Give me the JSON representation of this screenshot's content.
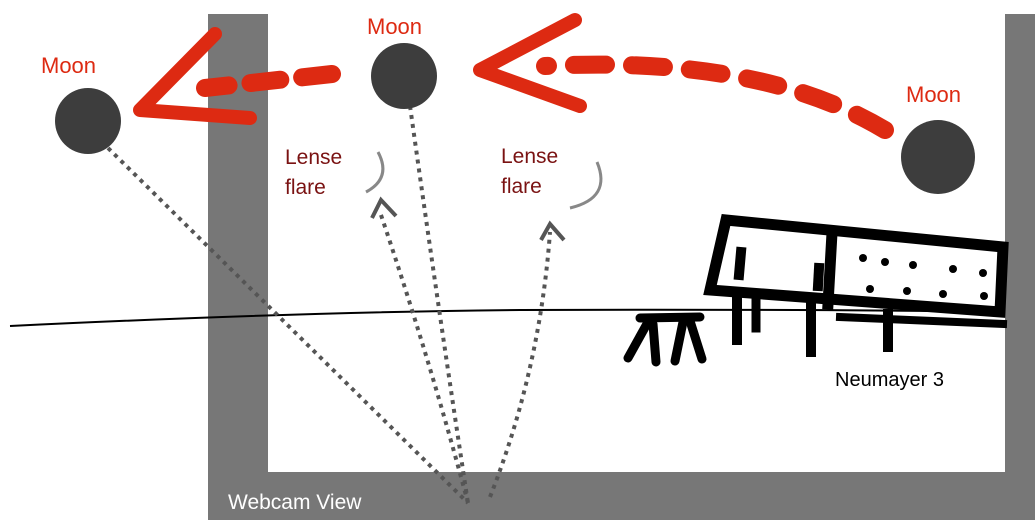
{
  "colors": {
    "frame": "#777777",
    "moon": "#3d3d3d",
    "arrow": "#dd2a12",
    "moon_label": "#dd2a12",
    "flare_label": "#7a1212",
    "ink": "#000000"
  },
  "labels": {
    "moon_left": "Moon",
    "moon_center": "Moon",
    "moon_right": "Moon",
    "flare_left": [
      "Lense",
      "flare"
    ],
    "flare_right": [
      "Lense",
      "flare"
    ],
    "station": "Neumayer 3",
    "frame": "Webcam View"
  }
}
